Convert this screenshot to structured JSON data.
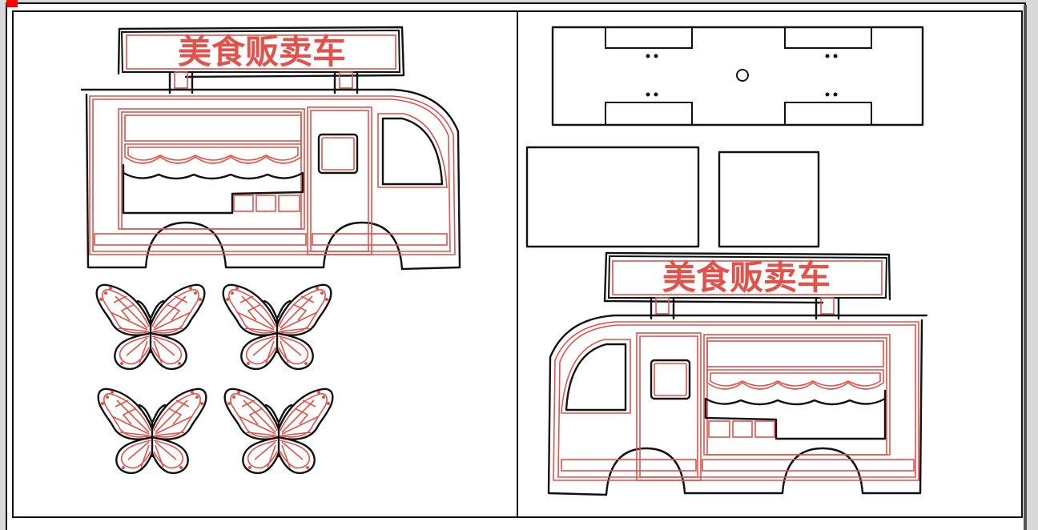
{
  "sheet": {
    "corner_marker_color": "#ff0000",
    "line_color": "#111111",
    "accent_color": "#e2524a",
    "background": "#ffffff",
    "workspace_background": "#d9d9d9"
  },
  "left_panel": {
    "truck_sign_text": "美食贩卖车",
    "butterfly_count": 4
  },
  "right_panel": {
    "truck_sign_text": "美食贩卖车"
  }
}
